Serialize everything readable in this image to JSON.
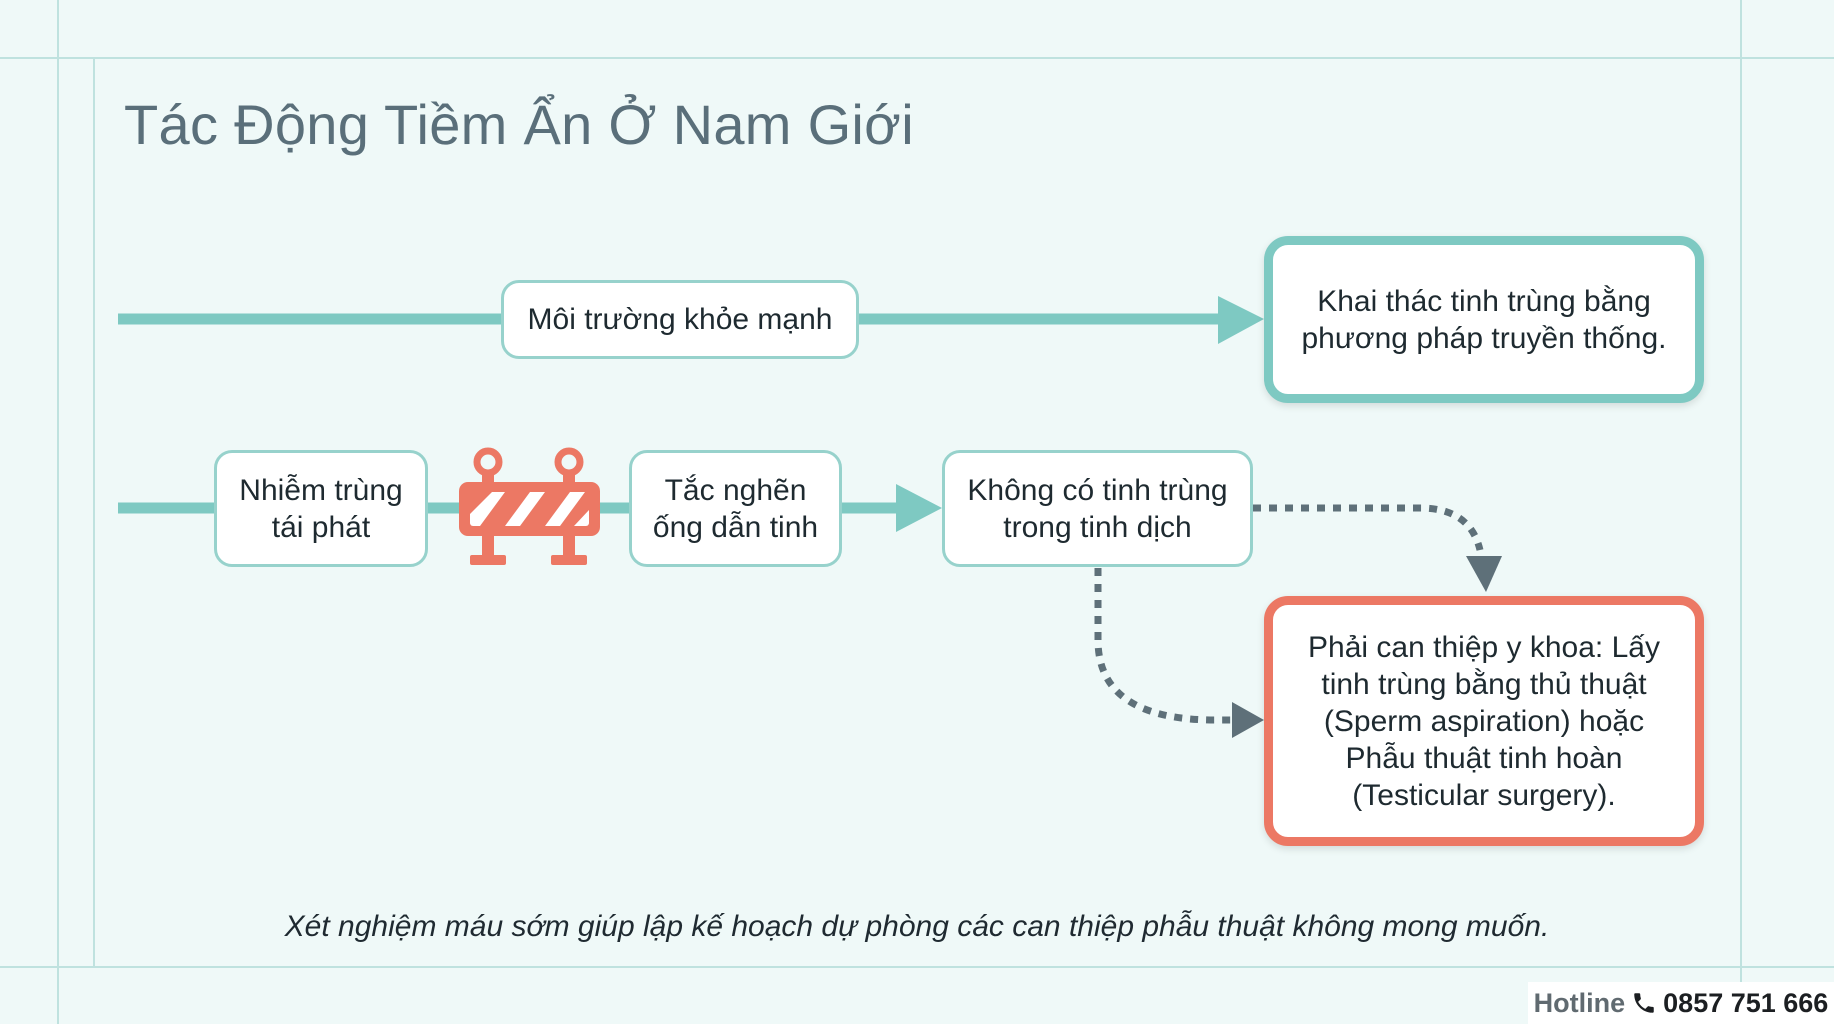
{
  "title": "Tác Động Tiềm Ẩn Ở Nam Giới",
  "nodes": {
    "healthy_env": "Môi trường khỏe mạnh",
    "traditional": "Khai thác tinh trùng bằng phương pháp truyền thống.",
    "infection": "Nhiễm trùng tái phát",
    "blockage": "Tắc nghẽn ống dẫn tinh",
    "azoospermia": "Không có tinh trùng trong tinh dịch",
    "intervention": "Phải can thiệp y khoa: Lấy tinh trùng bằng thủ thuật (Sperm aspiration) hoặc Phẫu thuật tinh hoàn (Testicular surgery)."
  },
  "icons": {
    "barrier": "barrier-icon",
    "phone": "phone-icon"
  },
  "colors": {
    "teal": "#7ec9c2",
    "coral": "#ec7864",
    "gray_arrow": "#5e7079",
    "title": "#5a6f7a"
  },
  "footnote": "Xét nghiệm máu sớm giúp lập kế hoạch dự phòng các can thiệp phẫu thuật không mong muốn.",
  "hotline": {
    "label": "Hotline",
    "number": "0857 751 666"
  }
}
